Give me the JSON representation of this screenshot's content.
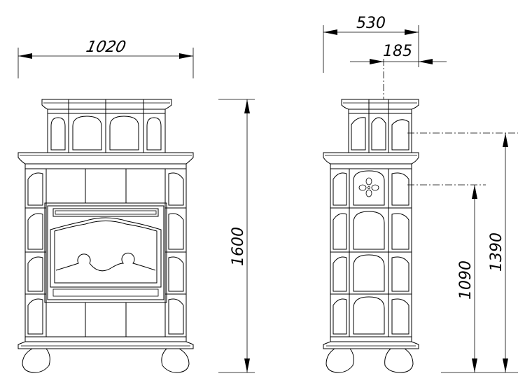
{
  "dimensions": {
    "front_width": "1020",
    "front_height": "1600",
    "side_depth": "530",
    "side_offset": "185",
    "side_height_upper": "1390",
    "side_height_lower": "1090"
  },
  "colors": {
    "line": "#000000",
    "background": "#ffffff"
  }
}
